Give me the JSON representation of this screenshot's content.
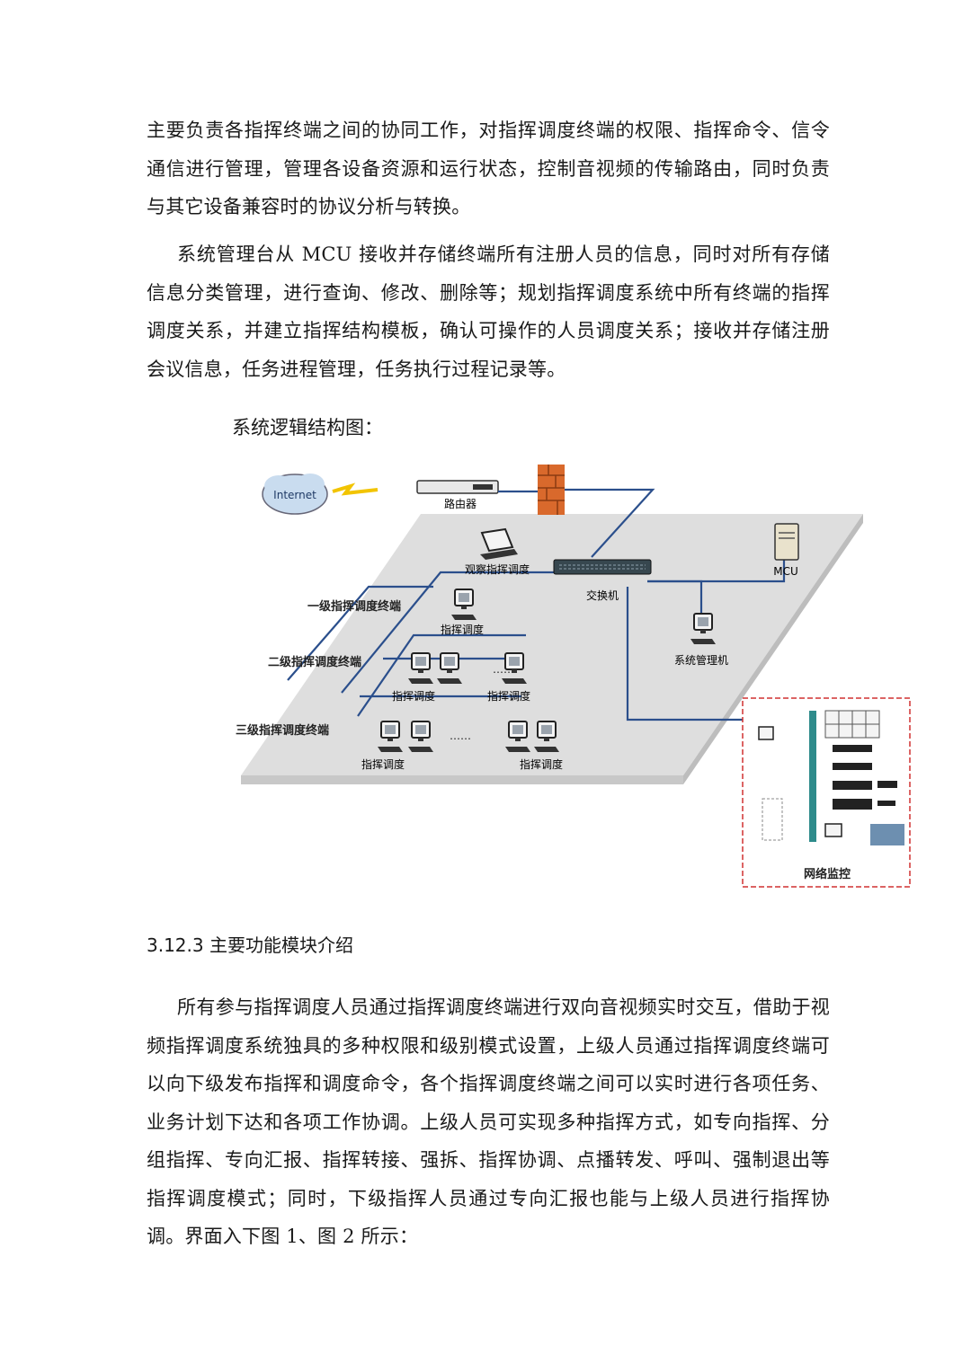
{
  "paragraphs": {
    "p1": "主要负责各指挥终端之间的协同工作，对指挥调度终端的权限、指挥命令、信令通信进行管理，管理各设备资源和运行状态，控制音视频的传输路由，同时负责与其它设备兼容时的协议分析与转换。",
    "p2": "系统管理台从 MCU 接收并存储终端所有注册人员的信息，同时对所有存储信息分类管理，进行查询、修改、删除等；规划指挥调度系统中所有终端的指挥调度关系，并建立指挥结构模板，确认可操作的人员调度关系；接收并存储注册会议信息，任务进程管理，任务执行过程记录等。",
    "p3": "所有参与指挥调度人员通过指挥调度终端进行双向音视频实时交互，借助于视频指挥调度系统独具的多种权限和级别模式设置，上级人员通过指挥调度终端可以向下级发布指挥和调度命令，各个指挥调度终端之间可以实时进行各项任务、业务计划下达和各项工作协调。上级人员可实现多种指挥方式，如专向指挥、分组指挥、专向汇报、指挥转接、强拆、指挥协调、点播转发、呼叫、强制退出等指挥调度模式；同时，下级指挥人员通过专向汇报也能与上级人员进行指挥协调。界面入下图 1、图 2 所示："
  },
  "figure_caption": "系统逻辑结构图：",
  "section_heading": "3.12.3  主要功能模块介绍",
  "diagram": {
    "internet": "Internet",
    "router": "路由器",
    "observer": "观察指挥调度",
    "switch": "交换机",
    "mcu": "MCU",
    "level1": "一级指挥调度终端",
    "level2": "二级指挥调度终端",
    "level3": "三级指挥调度终端",
    "terminal": "指挥调度",
    "admin": "系统管理机",
    "monitor": "网络监控",
    "dots": "……",
    "colors": {
      "line": "#2b4f8c",
      "platform": "#dedede",
      "firewall": "#d9692c",
      "monitor_border": "#d03030"
    }
  }
}
